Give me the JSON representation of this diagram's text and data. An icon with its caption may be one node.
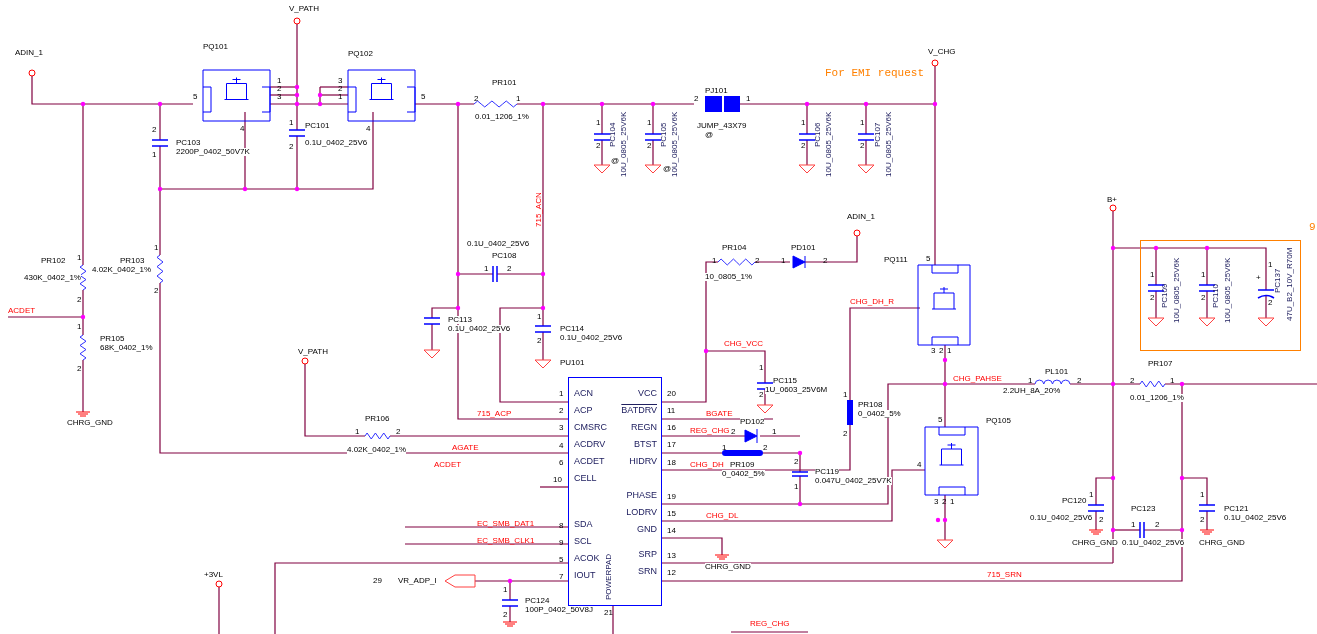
{
  "diagram": {
    "nodes": [
      {
        "text": [
          "ACN",
          "ACP",
          "CMSRC",
          "ACDRV",
          "ACDET",
          "CELL",
          "SDA",
          "SCL",
          "ACOK",
          "IOUT",
          "VCC",
          "BATDRV",
          "REGN",
          "BTST",
          "HIDRV",
          "PHASE",
          "LODRV",
          "GND",
          "SRP",
          "SRN",
          "POWERPAD"
        ]
      },
      {
        "text": [],
        "shape": "box"
      }
    ],
    "labels": [
      "ADIN_1",
      "V_PATH",
      "PQ101",
      "5",
      "1",
      "2",
      "3",
      "4",
      "PQ102",
      "3",
      "2",
      "1",
      "4",
      "5",
      "PC103",
      "2200P_0402_50V7K",
      "2",
      "1",
      "PC101",
      "0.1U_0402_25V6",
      "1",
      "2",
      "PR101",
      "2",
      "1",
      "0.01_1206_1%",
      "PC104",
      "10U_0805_25V6K",
      "@",
      "PC105",
      "10U_0805_25V6K",
      "@",
      "PJ101",
      "2",
      "1",
      "JUMP_43X79",
      "@",
      "PC106",
      "10U_0805_25V6K",
      "PC107",
      "10U_0805_25V6K",
      "For EMI request",
      "V_CHG",
      "715_ACN",
      "0.1U_0402_25V6",
      "PC108",
      "1",
      "2",
      "ADIN_1",
      "PR104",
      "1",
      "2",
      "10_0805_1%",
      "PD101",
      "1",
      "2",
      "B+",
      "9",
      "PQ111",
      "5",
      "CHG_DH_R",
      "PC109",
      "10U_0805_25V6K",
      "PC110",
      "10U_0805_25V6K",
      "PC137",
      "47U_B2_10V_R70M",
      "PR102",
      "430K_0402_1%",
      "PR103",
      "4.02K_0402_1%",
      "ACDET",
      "PR105",
      "68K_0402_1%",
      "CHRG_GND",
      "V_PATH",
      "PR106",
      "1",
      "2",
      "4.02K_0402_1%",
      "PC113",
      "0.1U_0402_25V6",
      "PC114",
      "0.1U_0402_25V6",
      "PU101",
      "CHG_VCC",
      "PC115",
      "1U_0603_25V6M",
      "PR108",
      "0_0402_5%",
      "CHG_PAHSE",
      "PL101",
      "1",
      "2",
      "2.2UH_8A_20%",
      "PR107",
      "2",
      "1",
      "0.01_1206_1%",
      "PQ105",
      "715_ACP",
      "AGATE",
      "ACDET",
      "EC_SMB_DAT1",
      "EC_SMB_CLK1",
      "BGATE",
      "REG_CHG",
      "PD102",
      "2",
      "1",
      "CHG_DH",
      "PR109",
      "0_0402_5%",
      "1",
      "2",
      "PC119",
      "0.047U_0402_25V7K",
      "CHG_DL",
      "CHRG_GND",
      "PC120",
      "0.1U_0402_25V6",
      "CHRG_GND",
      "PC123",
      "1",
      "2",
      "0.1U_0402_25V6",
      "PC121",
      "0.1U_0402_25V6",
      "CHRG_GND",
      "+3VL",
      "715_SRN",
      "29",
      "VR_ADP_I",
      "PC124",
      "100P_0402_50V8J",
      "REG_CHG",
      "1",
      "2",
      "3",
      "4",
      "6",
      "10",
      "8",
      "9",
      "5",
      "7",
      "20",
      "11",
      "16",
      "17",
      "18",
      "19",
      "15",
      "14",
      "13",
      "12",
      "21",
      "5",
      "4",
      "3",
      "2",
      "1",
      "3",
      "2",
      "1",
      "1",
      "2",
      "1",
      "2",
      "1",
      "2",
      "1",
      "2",
      "1",
      "2",
      "1",
      "2",
      "1",
      "2",
      "+",
      "1",
      "2",
      "1",
      "2",
      "2",
      "1",
      "1",
      "2",
      "1",
      "2",
      "1",
      "2",
      "1",
      "2",
      "1",
      "2",
      "1",
      "2",
      "1",
      "2"
    ]
  }
}
